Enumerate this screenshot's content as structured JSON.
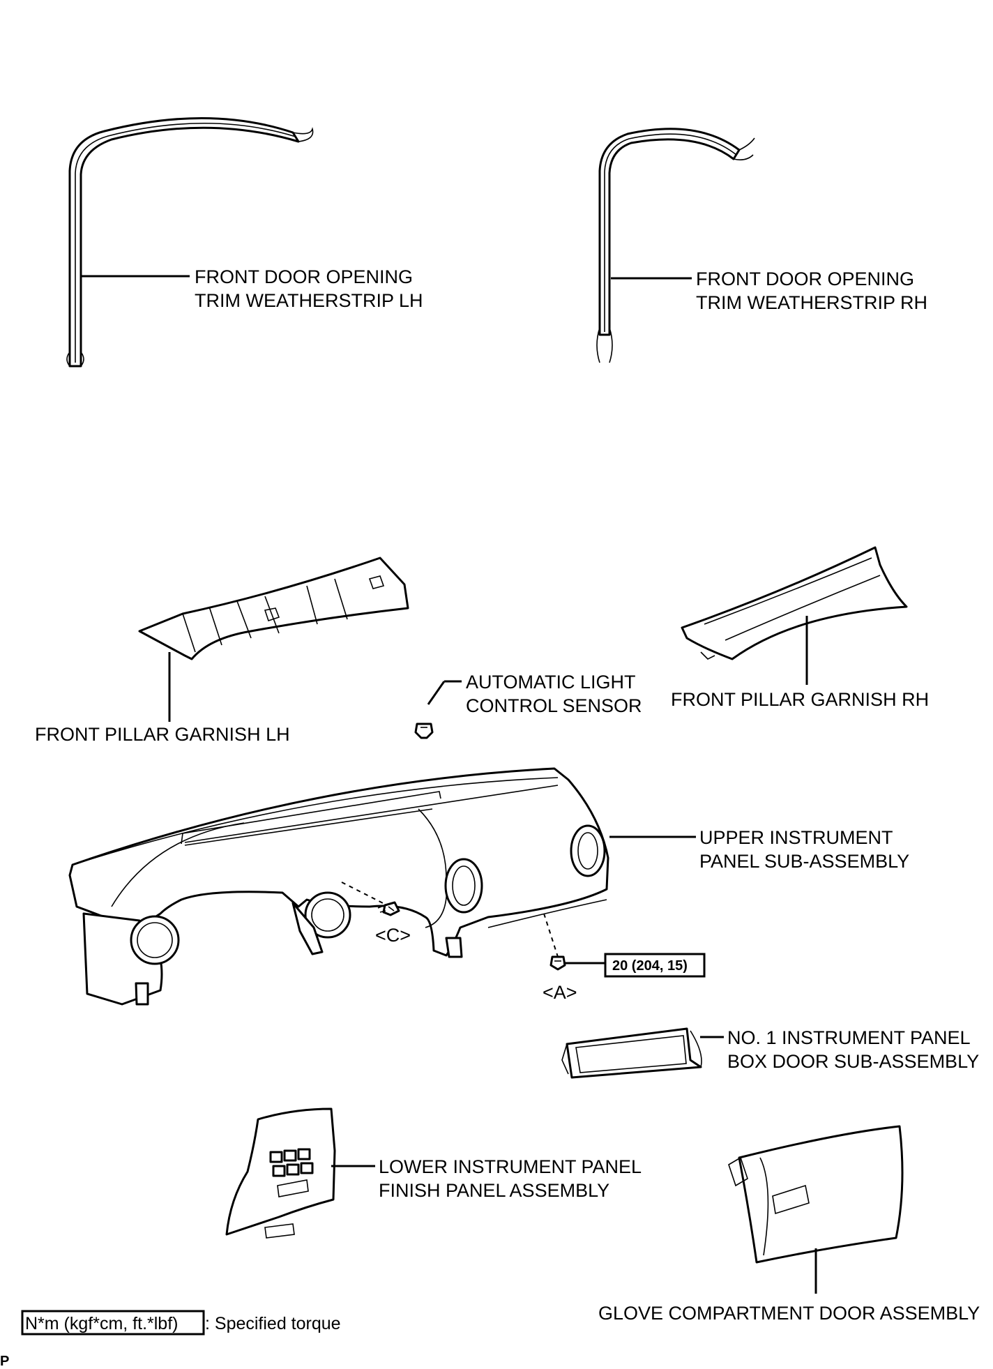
{
  "labels": {
    "weatherstrip_lh": [
      "FRONT DOOR OPENING",
      "TRIM WEATHERSTRIP LH"
    ],
    "weatherstrip_rh": [
      "FRONT DOOR OPENING",
      "TRIM WEATHERSTRIP RH"
    ],
    "pillar_garnish_lh": "FRONT PILLAR GARNISH LH",
    "pillar_garnish_rh": "FRONT PILLAR GARNISH RH",
    "light_sensor": [
      "AUTOMATIC LIGHT",
      "CONTROL SENSOR"
    ],
    "upper_panel": [
      "UPPER INSTRUMENT",
      "PANEL SUB-ASSEMBLY"
    ],
    "box_door": [
      "NO. 1 INSTRUMENT PANEL",
      "BOX DOOR SUB-ASSEMBLY"
    ],
    "lower_finish_panel": [
      "LOWER INSTRUMENT PANEL",
      "FINISH PANEL ASSEMBLY"
    ],
    "glove_door": "GLOVE COMPARTMENT DOOR ASSEMBLY"
  },
  "fasteners": {
    "screw_c": "<C>",
    "screw_a": "<A>",
    "torque_a": "20 (204, 15)"
  },
  "legend": {
    "torque_box": "N*m (kgf*cm, ft.*lbf)",
    "torque_text": ": Specified torque"
  },
  "corner_mark": "P"
}
